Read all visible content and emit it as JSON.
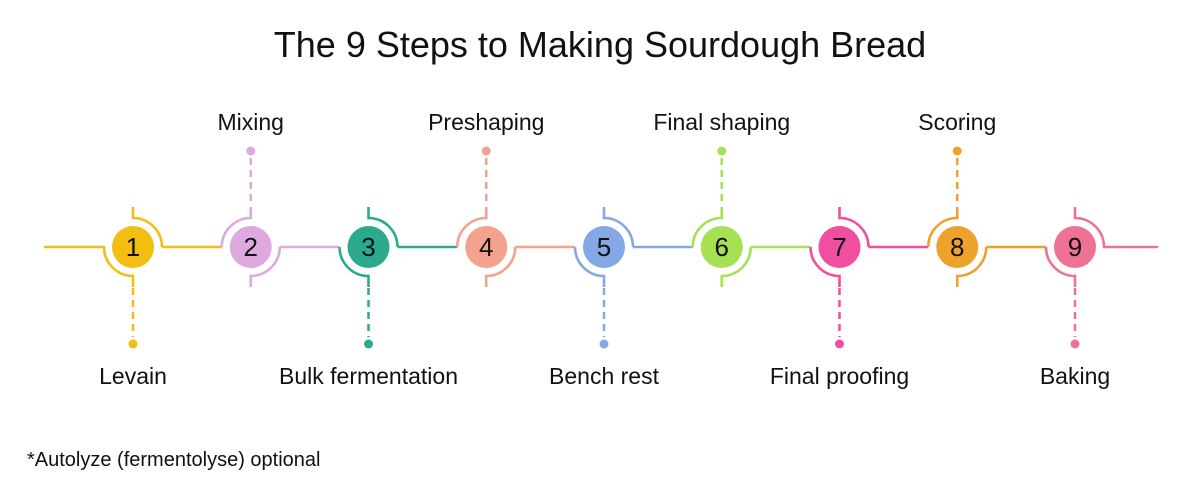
{
  "title": "The 9 Steps to Making Sourdough Bread",
  "footnote": "*Autolyze (fermentolyse) optional",
  "colors": {
    "background": "#ffffff",
    "text": "#111111"
  },
  "chart_data": {
    "type": "timeline-diagram",
    "steps": [
      {
        "number": "1",
        "label": "Levain",
        "label_position": "below",
        "color": "#F2BE12"
      },
      {
        "number": "2",
        "label": "Mixing",
        "label_position": "above",
        "color": "#DEA9DE"
      },
      {
        "number": "3",
        "label": "Bulk fermentation",
        "label_position": "below",
        "color": "#2BAA8E"
      },
      {
        "number": "4",
        "label": "Preshaping",
        "label_position": "above",
        "color": "#F4A18E"
      },
      {
        "number": "5",
        "label": "Bench rest",
        "label_position": "below",
        "color": "#84A7E6"
      },
      {
        "number": "6",
        "label": "Final shaping",
        "label_position": "above",
        "color": "#A6E153"
      },
      {
        "number": "7",
        "label": "Final proofing",
        "label_position": "below",
        "color": "#F04E9F"
      },
      {
        "number": "8",
        "label": "Scoring",
        "label_position": "above",
        "color": "#EDA32B"
      },
      {
        "number": "9",
        "label": "Baking",
        "label_position": "below",
        "color": "#EF7294"
      }
    ]
  }
}
